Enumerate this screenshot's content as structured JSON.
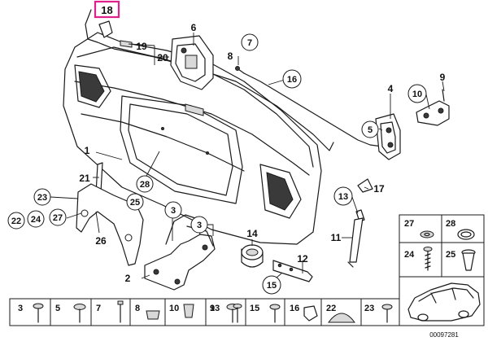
{
  "callouts": {
    "c1": "1",
    "c2": "2",
    "c3a": "3",
    "c3b": "3",
    "c4": "4",
    "c5": "5",
    "c6": "6",
    "c7": "7",
    "c8": "8",
    "c9": "9",
    "c10": "10",
    "c11": "11",
    "c12": "12",
    "c13": "13",
    "c14": "14",
    "c15": "15",
    "c16": "16",
    "c17": "17",
    "c18": "18",
    "c19": "19",
    "c20": "20",
    "c21": "21",
    "c22": "22",
    "c23": "23",
    "c24": "24",
    "c25": "25",
    "c26": "26",
    "c27": "27",
    "c28": "28"
  },
  "highlight_color": "#e0218a",
  "legend_right": {
    "r27": "27",
    "r28": "28",
    "r24": "24",
    "r25": "25"
  },
  "legend_bottom": {
    "b3": "3",
    "b5": "5",
    "b7": "7",
    "b8": "8",
    "b10": "10",
    "b9": "9",
    "b13": "13",
    "b15": "15",
    "b16": "16",
    "b22": "22",
    "b23": "23"
  },
  "diagram_code": "00097281"
}
